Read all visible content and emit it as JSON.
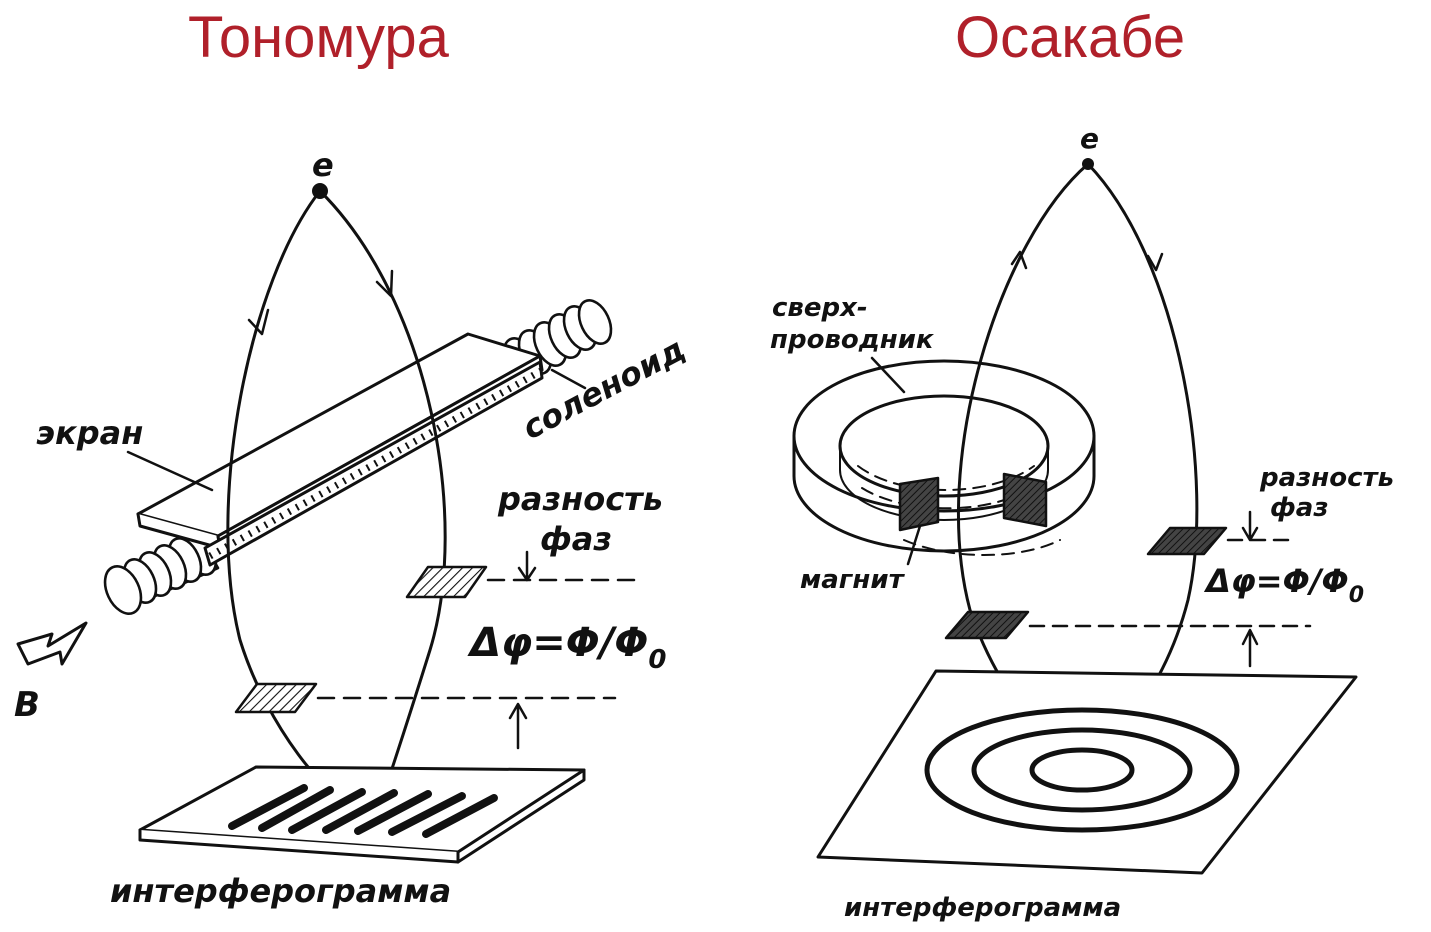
{
  "colors": {
    "title": "#B0202A",
    "ink": "#111111",
    "background": "#ffffff"
  },
  "left": {
    "title": "Тономура",
    "labels": {
      "electron": "e",
      "screen": "экран",
      "solenoid": "соленоид",
      "phase_diff_1": "разность",
      "phase_diff_2": "фаз",
      "formula": "Δφ=Φ/Φ",
      "formula_sub": "0",
      "field": "B",
      "interferogram": "интерферограмма"
    }
  },
  "right": {
    "title": "Осакабе",
    "labels": {
      "electron": "e",
      "superconductor_1": "сверх-",
      "superconductor_2": "проводник",
      "magnet": "магнит",
      "phase_diff_1": "разность",
      "phase_diff_2": "фаз",
      "formula": "Δφ=Φ/Φ",
      "formula_sub": "0",
      "interferogram": "интерферограмма"
    }
  }
}
